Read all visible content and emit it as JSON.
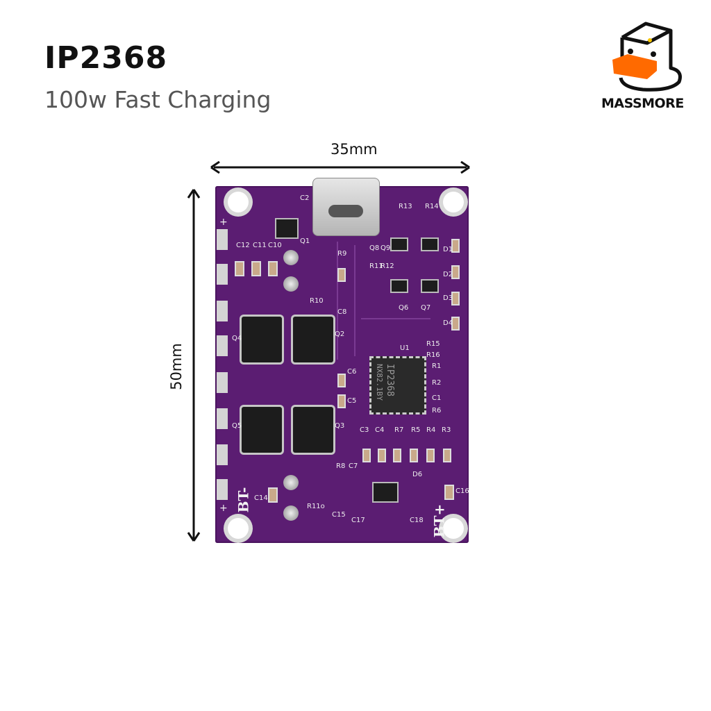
{
  "header": {
    "title": "IP2368",
    "subtitle": "100w Fast Charging"
  },
  "brand": {
    "name": "MASSMORE",
    "accent": "#ff6a00"
  },
  "dimensions": {
    "width": "35mm",
    "height": "50mm"
  },
  "board": {
    "chip": {
      "line1": "IP2368",
      "line2": "NX82.1BY"
    },
    "labels": {
      "bt_minus": "BT-",
      "bt_plus": "BT+",
      "plus": "+",
      "c2": "C2",
      "q1": "Q1",
      "r13": "R13",
      "r14": "R14",
      "c12": "C12",
      "c11": "C11",
      "c10": "C10",
      "r9": "R9",
      "r11": "R11",
      "r12": "R12",
      "q8": "Q8",
      "q9": "Q9",
      "d1": "D1",
      "d2": "D2",
      "d3": "D3",
      "d4": "D4",
      "r10": "R10",
      "c8": "C8",
      "q6": "Q6",
      "q7": "Q7",
      "q4": "Q4",
      "q2": "Q2",
      "u1": "U1",
      "r15": "R15",
      "r16": "R16",
      "r1": "R1",
      "c6": "C6",
      "r2": "R2",
      "c5": "C5",
      "c1": "C1",
      "r6": "R6",
      "q5": "Q5",
      "q3": "Q3",
      "c3": "C3",
      "c4": "C4",
      "r7": "R7",
      "r5": "R5",
      "r4": "R4",
      "r3": "R3",
      "r8": "R8",
      "c7": "C7",
      "d6": "D6",
      "c14": "C14",
      "c15": "C15",
      "c16": "C16",
      "c17": "C17",
      "c18": "C18",
      "r110": "R11o"
    }
  }
}
